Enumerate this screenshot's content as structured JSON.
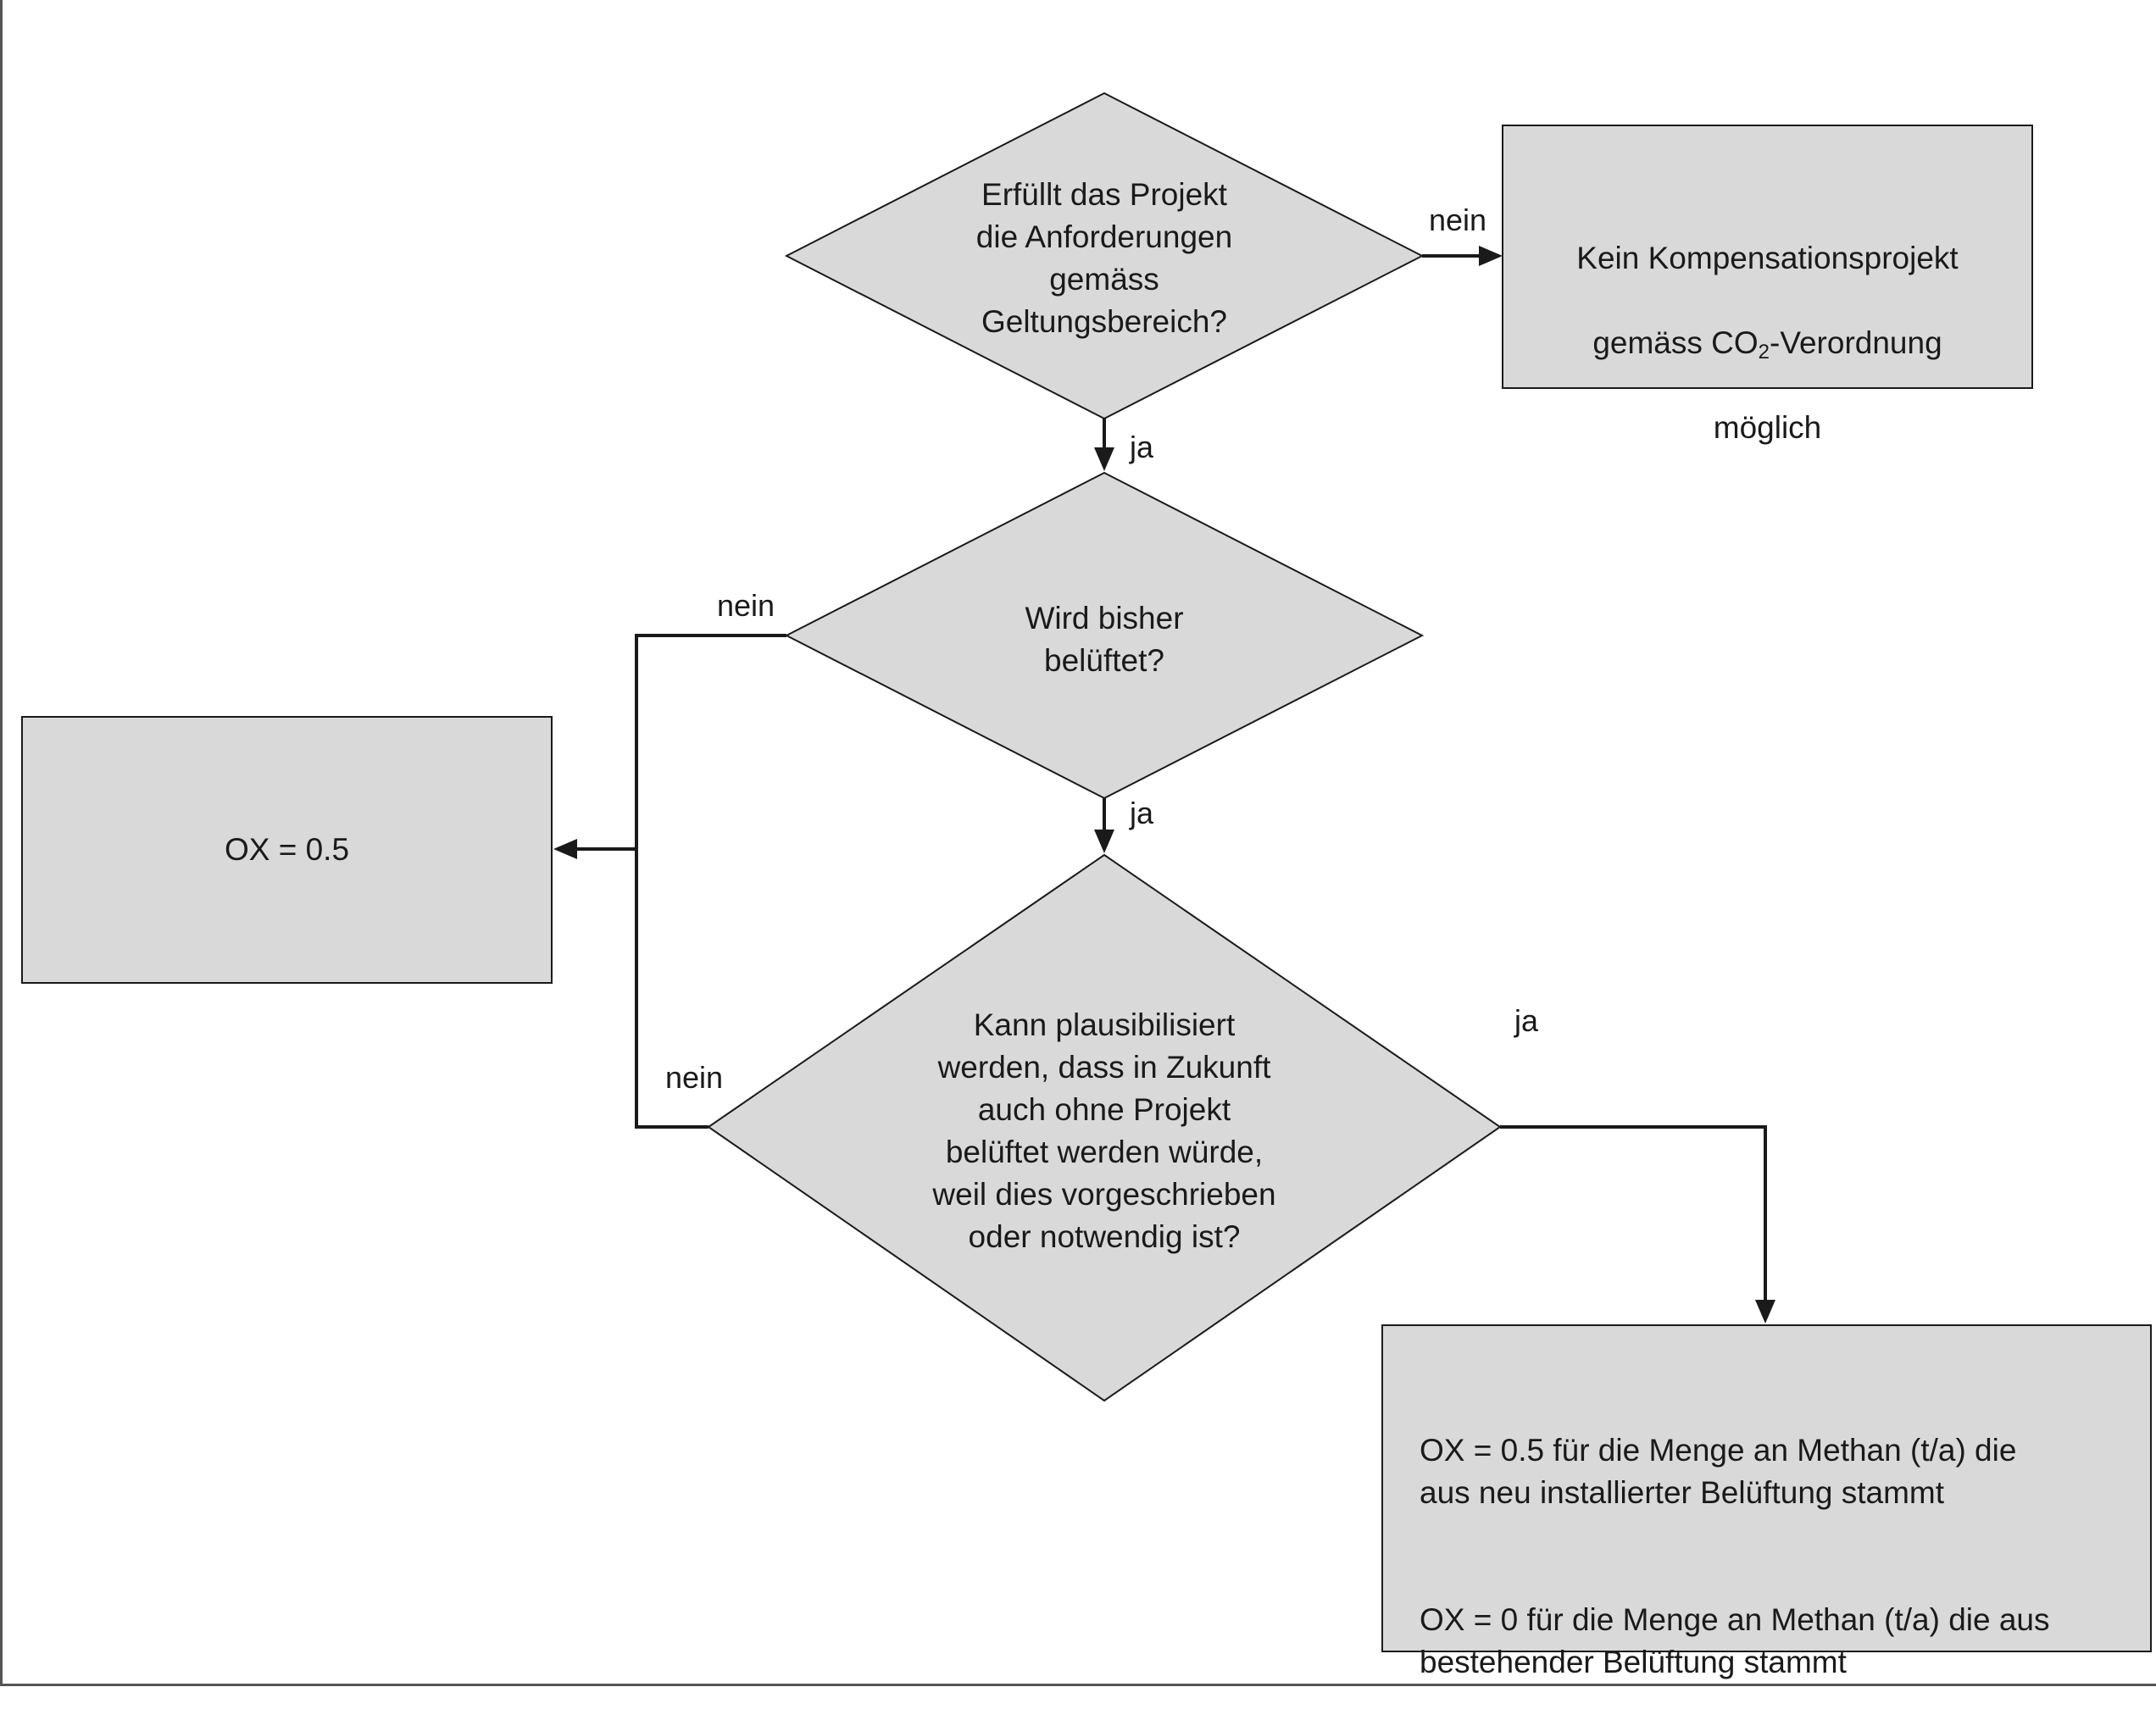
{
  "colors": {
    "box_fill": "#d9d9d9",
    "stroke": "#1a1a1a",
    "text": "#1a1a1a"
  },
  "nodes": {
    "decision1": "Erfüllt das Projekt\ndie Anforderungen\ngemäss\nGeltungsbereich?",
    "result_no_project": {
      "line1": "Kein Kompensationsprojekt",
      "line2_pre": "gemäss CO",
      "line2_sub": "2",
      "line2_post": "-Verordnung",
      "line3": "möglich"
    },
    "decision2": "Wird bisher\nbelüftet?",
    "result_ox_05": "OX = 0.5",
    "decision3": "Kann plausibilisiert\nwerden, dass in Zukunft\nauch ohne Projekt\nbelüftet werden würde,\nweil dies vorgeschrieben\noder notwendig ist?",
    "result_split": {
      "para1": "OX = 0.5 für die Menge an Methan (t/a) die\naus neu installierter Belüftung stammt",
      "para2": "OX = 0 für die Menge an Methan (t/a) die aus\nbestehender Belüftung stammt"
    }
  },
  "edges": {
    "d1_no": "nein",
    "d1_yes": "ja",
    "d2_no": "nein",
    "d2_yes": "ja",
    "d3_no": "nein",
    "d3_yes": "ja"
  }
}
